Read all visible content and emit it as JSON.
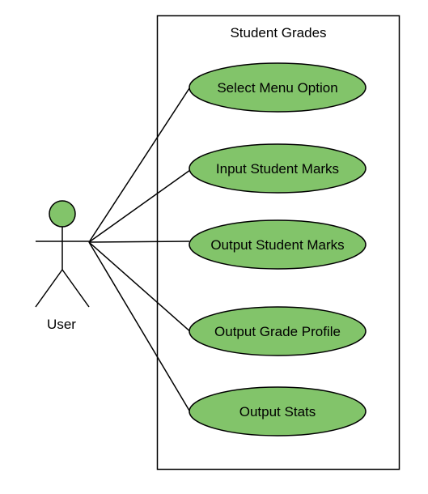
{
  "system": {
    "title": "Student Grades"
  },
  "actor": {
    "label": "User",
    "fill_color": "#82c46a"
  },
  "use_cases": [
    {
      "label": "Select Menu Option"
    },
    {
      "label": "Input Student Marks"
    },
    {
      "label": "Output Student Marks"
    },
    {
      "label": "Output Grade Profile"
    },
    {
      "label": "Output Stats"
    }
  ],
  "colors": {
    "use_case_fill": "#82c46a",
    "stroke": "#000000",
    "background": "#ffffff"
  }
}
